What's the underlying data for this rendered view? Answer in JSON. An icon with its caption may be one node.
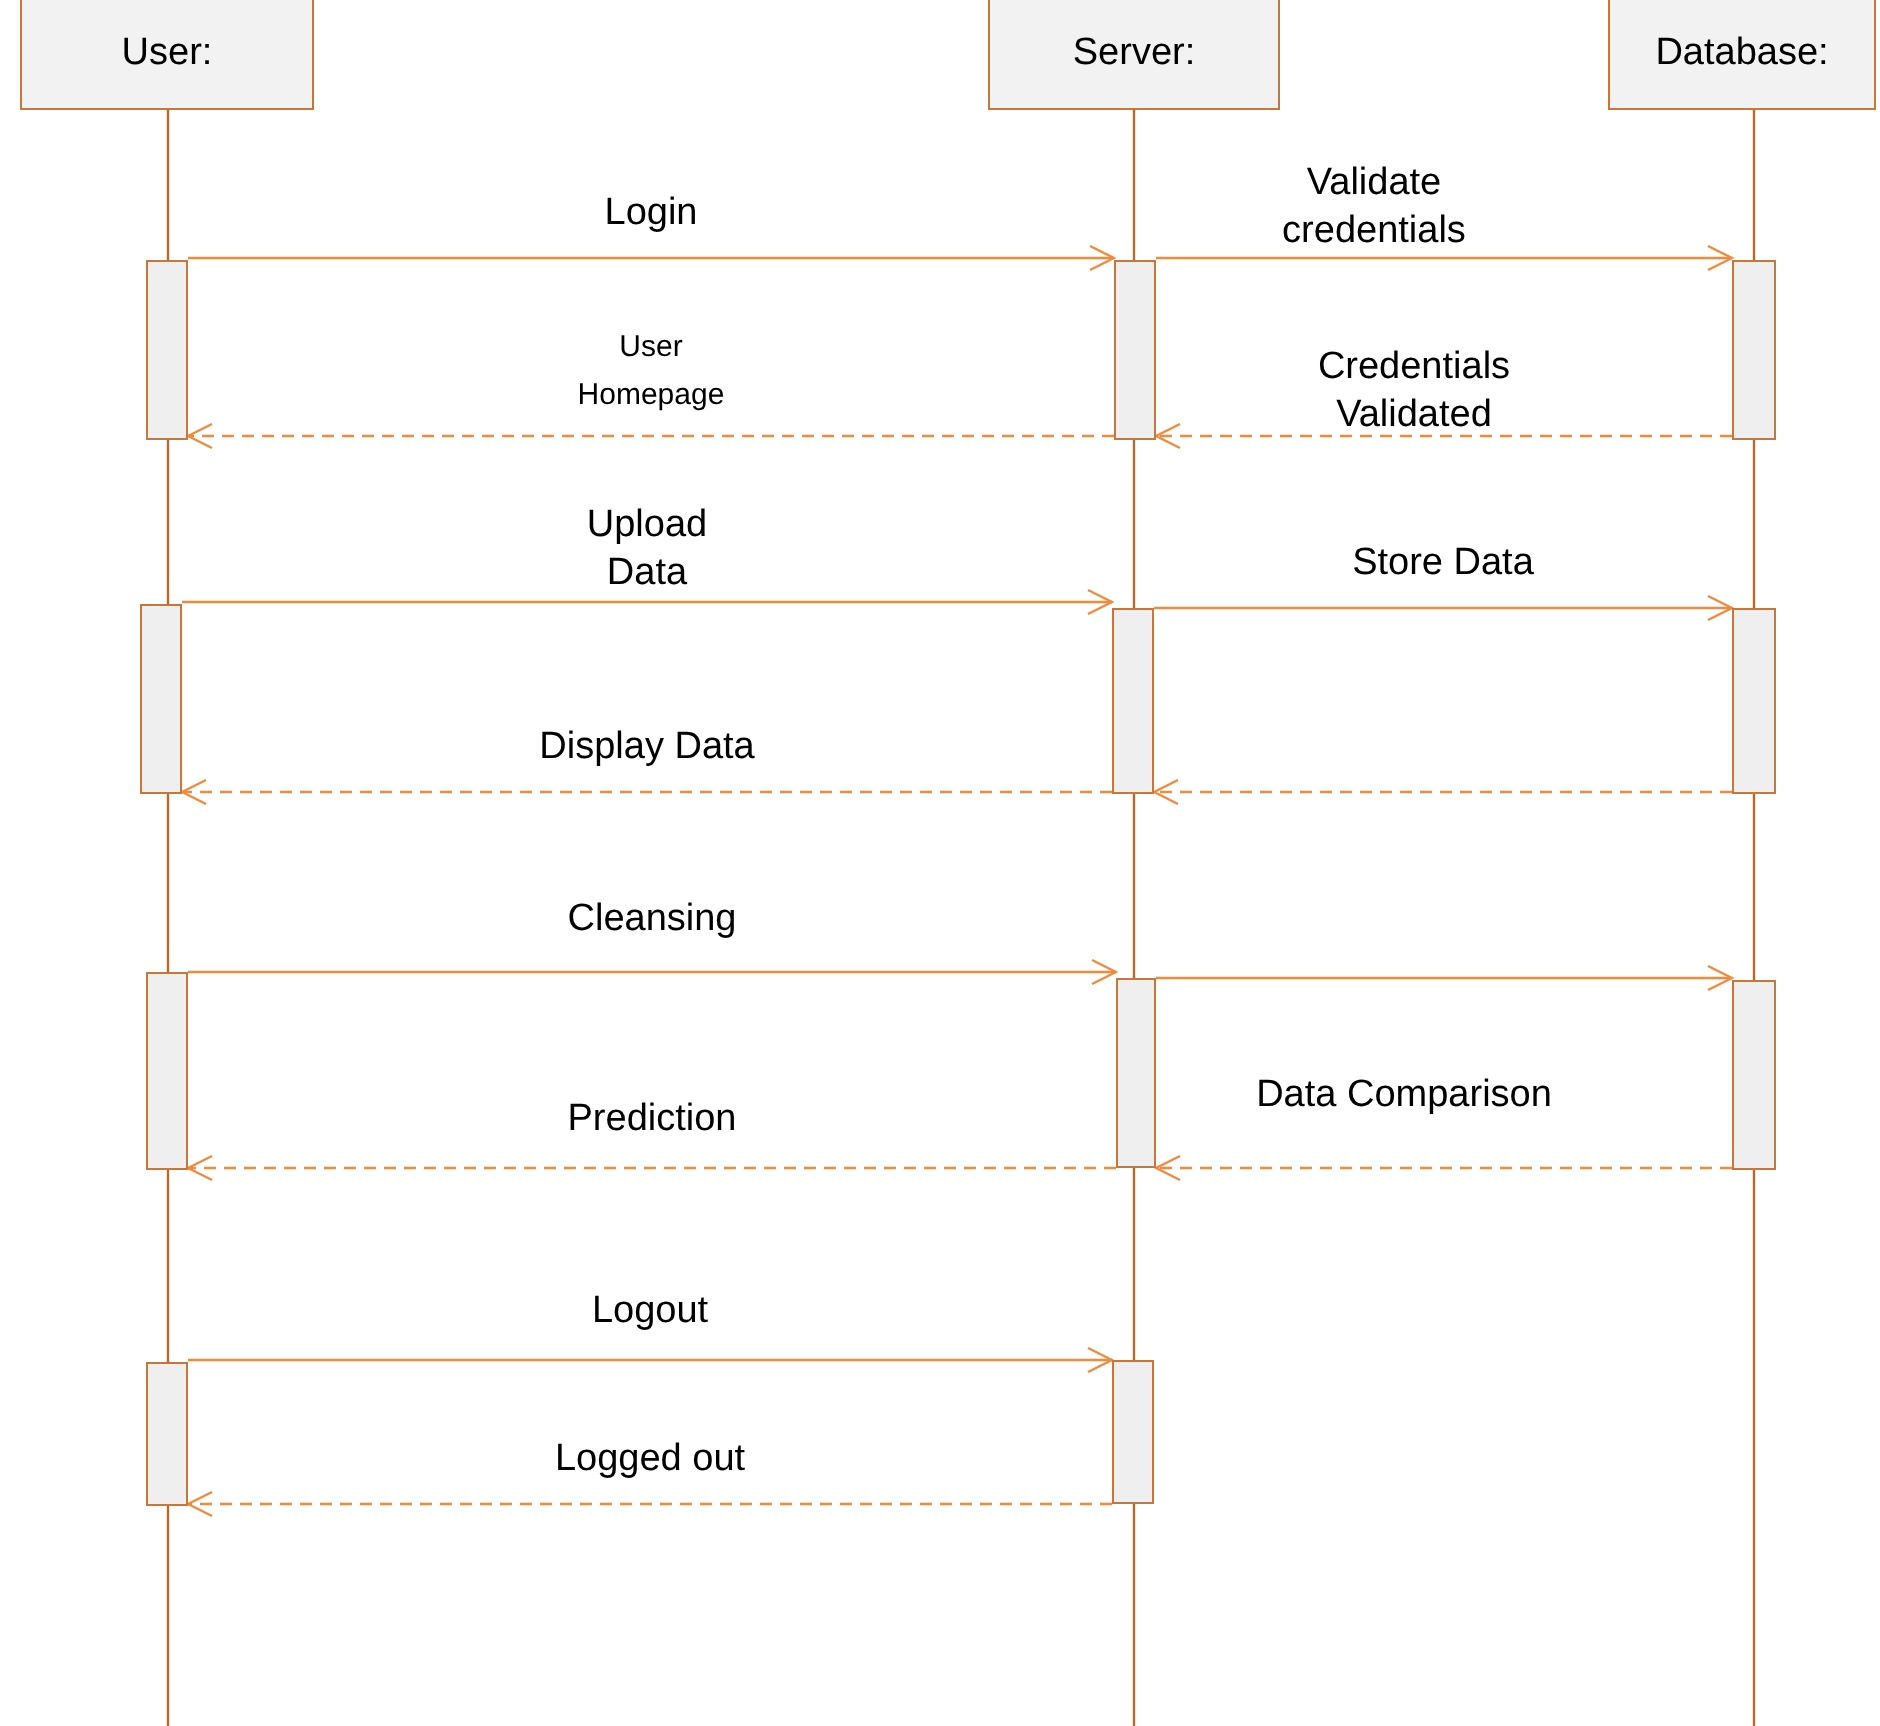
{
  "diagram": {
    "nodes": [
      {
        "text": [
          "User:"
        ]
      },
      {
        "text": [
          "Server:"
        ]
      },
      {
        "text": [
          "Database:"
        ]
      },
      {
        "text": [],
        "shape": "bar"
      },
      {
        "text": [],
        "shape": "bar"
      },
      {
        "text": [],
        "shape": "bar"
      },
      {
        "text": [],
        "shape": "bar"
      },
      {
        "text": [],
        "shape": "bar"
      },
      {
        "text": [],
        "shape": "bar"
      },
      {
        "text": [],
        "shape": "bar"
      },
      {
        "text": [],
        "shape": "bar"
      },
      {
        "text": [],
        "shape": "bar"
      },
      {
        "text": [],
        "shape": "bar"
      },
      {
        "text": [],
        "shape": "bar"
      }
    ],
    "edges": [
      {
        "from": 3,
        "to": 4,
        "arrow": "to",
        "label": "Login"
      },
      {
        "from": 4,
        "to": 5,
        "arrow": "to",
        "label": "Validate credentials"
      },
      {
        "from": 4,
        "to": 3,
        "arrow": "to",
        "label": "User Homepage",
        "style": "dashed"
      },
      {
        "from": 5,
        "to": 4,
        "arrow": "to",
        "label": "Credentials Validated",
        "style": "dashed"
      },
      {
        "from": 6,
        "to": 7,
        "arrow": "to",
        "label": "Upload Data"
      },
      {
        "from": 7,
        "to": 8,
        "arrow": "to",
        "label": "Store Data"
      },
      {
        "from": 7,
        "to": 6,
        "arrow": "to",
        "label": "Display Data",
        "style": "dashed"
      },
      {
        "from": 8,
        "to": 7,
        "arrow": "to",
        "style": "dashed"
      },
      {
        "from": 9,
        "to": 10,
        "arrow": "to",
        "label": "Cleansing"
      },
      {
        "from": 10,
        "to": 11,
        "arrow": "to"
      },
      {
        "from": 10,
        "to": 9,
        "arrow": "to",
        "label": "Prediction",
        "style": "dashed"
      },
      {
        "from": 11,
        "to": 10,
        "arrow": "to",
        "label": "Data Comparison",
        "style": "dashed"
      },
      {
        "from": 12,
        "to": 13,
        "arrow": "to",
        "label": "Logout"
      },
      {
        "from": 13,
        "to": 12,
        "arrow": "to",
        "label": "Logged out",
        "style": "dashed"
      }
    ]
  }
}
